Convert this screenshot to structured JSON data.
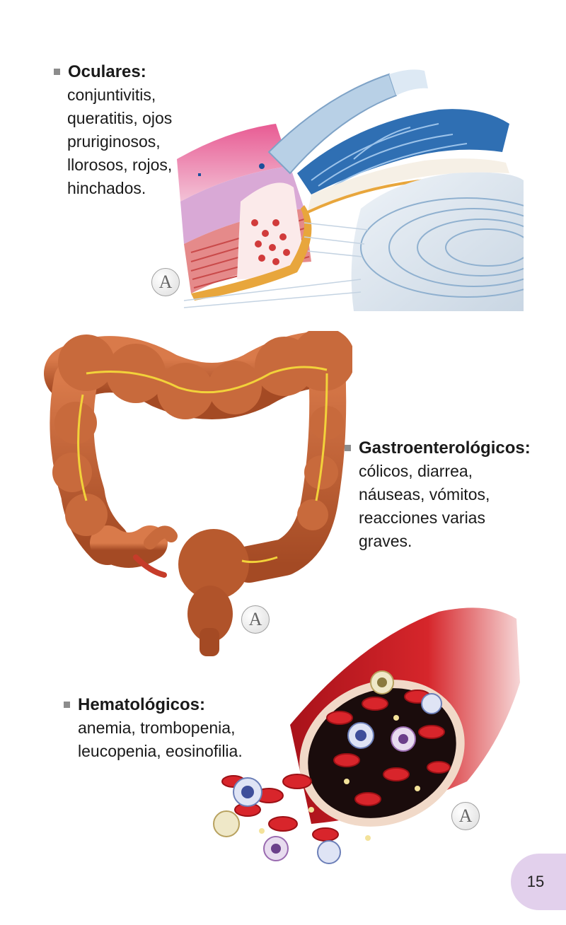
{
  "sections": {
    "ocular": {
      "heading": "Oculares:",
      "lines": [
        "conjuntivitis,",
        "queratitis, ojos",
        "pruriginosos,",
        "llorosos, rojos,",
        "hinchados."
      ]
    },
    "gastro": {
      "heading": "Gastroenterológicos:",
      "lines": [
        "cólicos, diarrea,",
        "náuseas, vómitos,",
        "reacciones varias",
        "graves."
      ]
    },
    "hema": {
      "heading": "Hematológicos:",
      "lines": [
        "anemia, trombopenia,",
        "leucopenia, eosinofilia."
      ]
    }
  },
  "credit_mark": "A",
  "page_number": "15",
  "colors": {
    "bullet": "#8c8c8c",
    "page_tab": "#e2d0ec",
    "vessel_red": "#c8201e",
    "colon_brown": "#c2663a",
    "cornea_blue": "#a9c6e2"
  }
}
